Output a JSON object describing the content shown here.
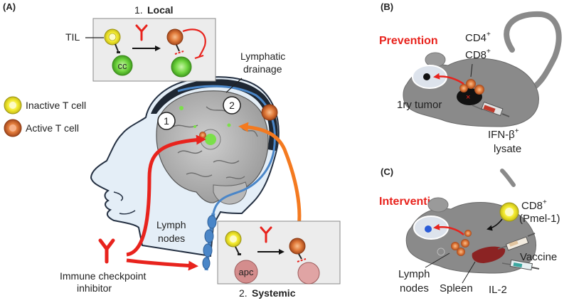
{
  "panels": {
    "a": "(A)",
    "b": "(B)",
    "c": "(C)"
  },
  "panel_a": {
    "local_num": "1.",
    "local_word": "Local",
    "systemic_num": "2.",
    "systemic_word": "Systemic",
    "til": "TIL",
    "cc": "cc",
    "apc": "apc",
    "lymphatic_1": "Lymphatic",
    "lymphatic_2": "drainage",
    "route_1": "1",
    "route_2": "2",
    "inactive": "Inactive T cell",
    "active": "Active T cell",
    "lymph_1": "Lymph",
    "lymph_2": "nodes",
    "icb_1": "Immune checkpoint",
    "icb_2": "inhibitor"
  },
  "panel_b": {
    "title": "Prevention",
    "cd4": "CD4",
    "cd8": "CD8",
    "plus": "+",
    "tumor": "1ry tumor",
    "ifn": "IFN-β",
    "lysate": "lysate"
  },
  "panel_c": {
    "title": "Intervention",
    "cd8": "CD8",
    "plus": "+",
    "pmel": "(Pmel-1)",
    "lymph_1": "Lymph",
    "lymph_2": "nodes",
    "spleen": "Spleen",
    "vaccine": "Vaccine",
    "il2": "IL-2"
  },
  "colors": {
    "red": "#e8231d",
    "orange": "#f47a20",
    "lymph_blue": "#4a86c8",
    "brain_gray": "#a9a9a9",
    "inactive_yellow": "#f4ee34",
    "active_orange": "#d9682b",
    "cancer_green": "#6cd640",
    "apc_pink": "#d48d8d",
    "mouse_gray": "#8a8a8a"
  }
}
